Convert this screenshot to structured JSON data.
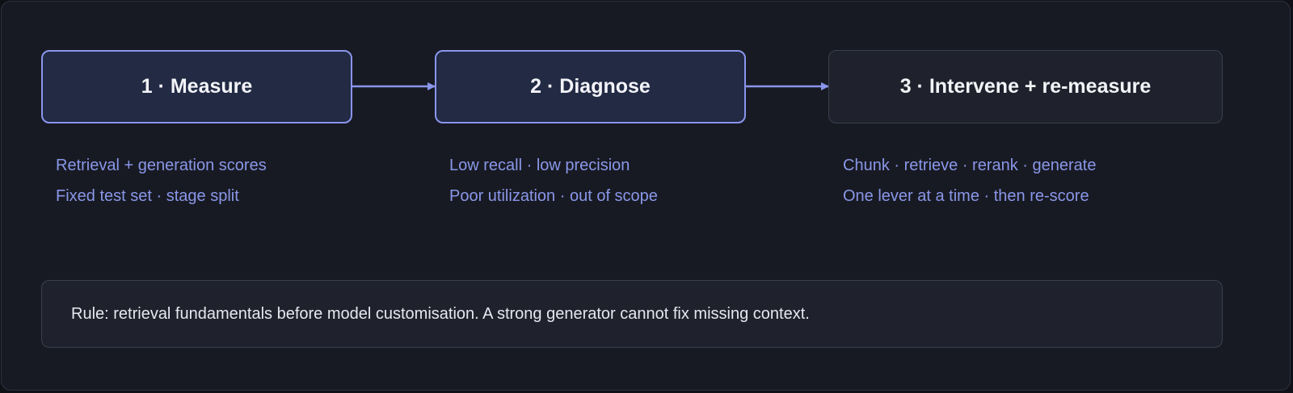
{
  "stages": [
    {
      "title": "1 · Measure",
      "notes": [
        "Retrieval + generation scores",
        "Fixed test set · stage split"
      ]
    },
    {
      "title": "2 · Diagnose",
      "notes": [
        "Low recall · low precision",
        "Poor utilization · out of scope"
      ]
    },
    {
      "title": "3 · Intervene + re-measure",
      "notes": [
        "Chunk · retrieve · rerank · generate",
        "One lever at a time · then re-score"
      ]
    }
  ],
  "rule": "Rule: retrieval fundamentals before model customisation. A strong generator cannot fix missing context.",
  "colors": {
    "background": "#181a23",
    "accent": "#8a95ec",
    "active_box": "#222a44",
    "pending_box": "#1f222c",
    "note_text": "#8a97e8"
  }
}
